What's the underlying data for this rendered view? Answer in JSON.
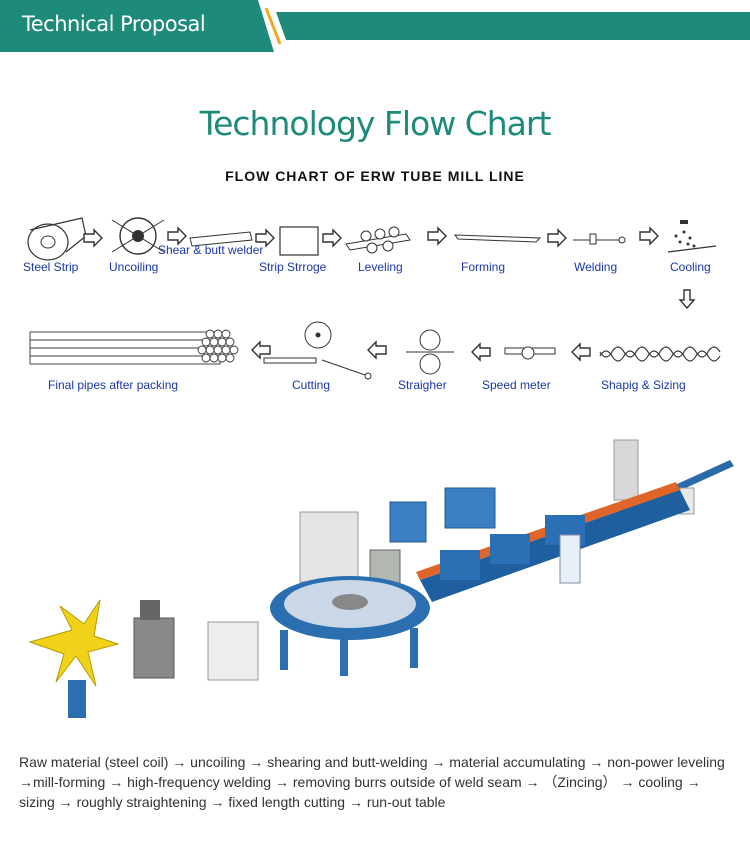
{
  "banner": {
    "title": "Technical Proposal",
    "color": "#1d8a7a",
    "accent": "#f5a623"
  },
  "page": {
    "title": "Technology Flow Chart"
  },
  "chart": {
    "title": "FLOW CHART OF ERW TUBE MILL LINE",
    "row1": [
      "Steel Strip",
      "Uncoiling",
      "Shear & butt welder",
      "Strip Strroge",
      "Leveling",
      "Forming",
      "Welding",
      "Cooling"
    ],
    "row2": [
      "Final pipes after packing",
      "Cutting",
      "Straigher",
      "Speed meter",
      "Shapig & Sizing"
    ]
  },
  "description": "Raw material (steel coil) → uncoiling → shearing and butt-welding → material accumulating → non-power leveling →mill-forming → high-frequency welding → removing burrs outside of weld seam → （Zincing） → cooling → sizing → roughly straightening → fixed length cutting → run-out table"
}
